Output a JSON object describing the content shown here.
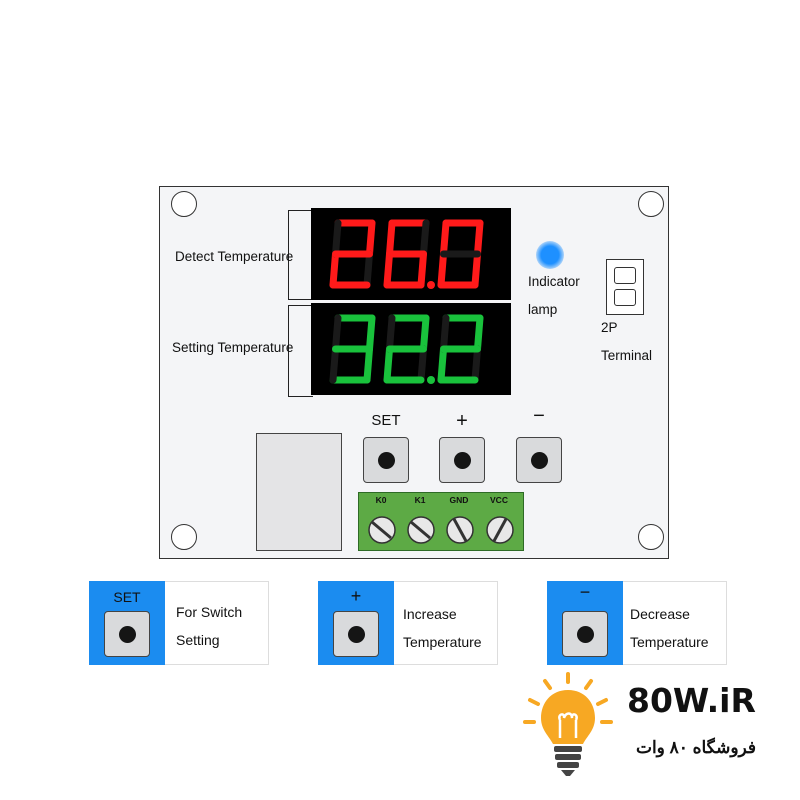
{
  "display": {
    "detect_value": "26.0",
    "setting_value": "32.2",
    "detect_color": "#ff1a1a",
    "setting_color": "#19c23c",
    "detect_label": "Detect Temperature",
    "setting_label": "Setting Temperature"
  },
  "indicator": {
    "label_line1": "Indicator",
    "label_line2": "lamp",
    "color": "#1e90ff"
  },
  "terminal_2p": {
    "label_line1": "2P",
    "label_line2": "Terminal"
  },
  "buttons": {
    "set": "SET",
    "plus": "+",
    "minus": "−"
  },
  "terminal_block": {
    "pins": [
      "K0",
      "K1",
      "GND",
      "VCC"
    ],
    "color": "#5daa45"
  },
  "legend": [
    {
      "symbol": "SET",
      "line1": "For Switch",
      "line2": "Setting"
    },
    {
      "symbol": "+",
      "line1": "Increase",
      "line2": "Temperature"
    },
    {
      "symbol": "−",
      "line1": "Decrease",
      "line2": "Temperature"
    }
  ],
  "logo": {
    "text": "80W.iR",
    "subtitle": "فروشگاه ۸۰ وات",
    "bulb_color": "#f7a823"
  }
}
